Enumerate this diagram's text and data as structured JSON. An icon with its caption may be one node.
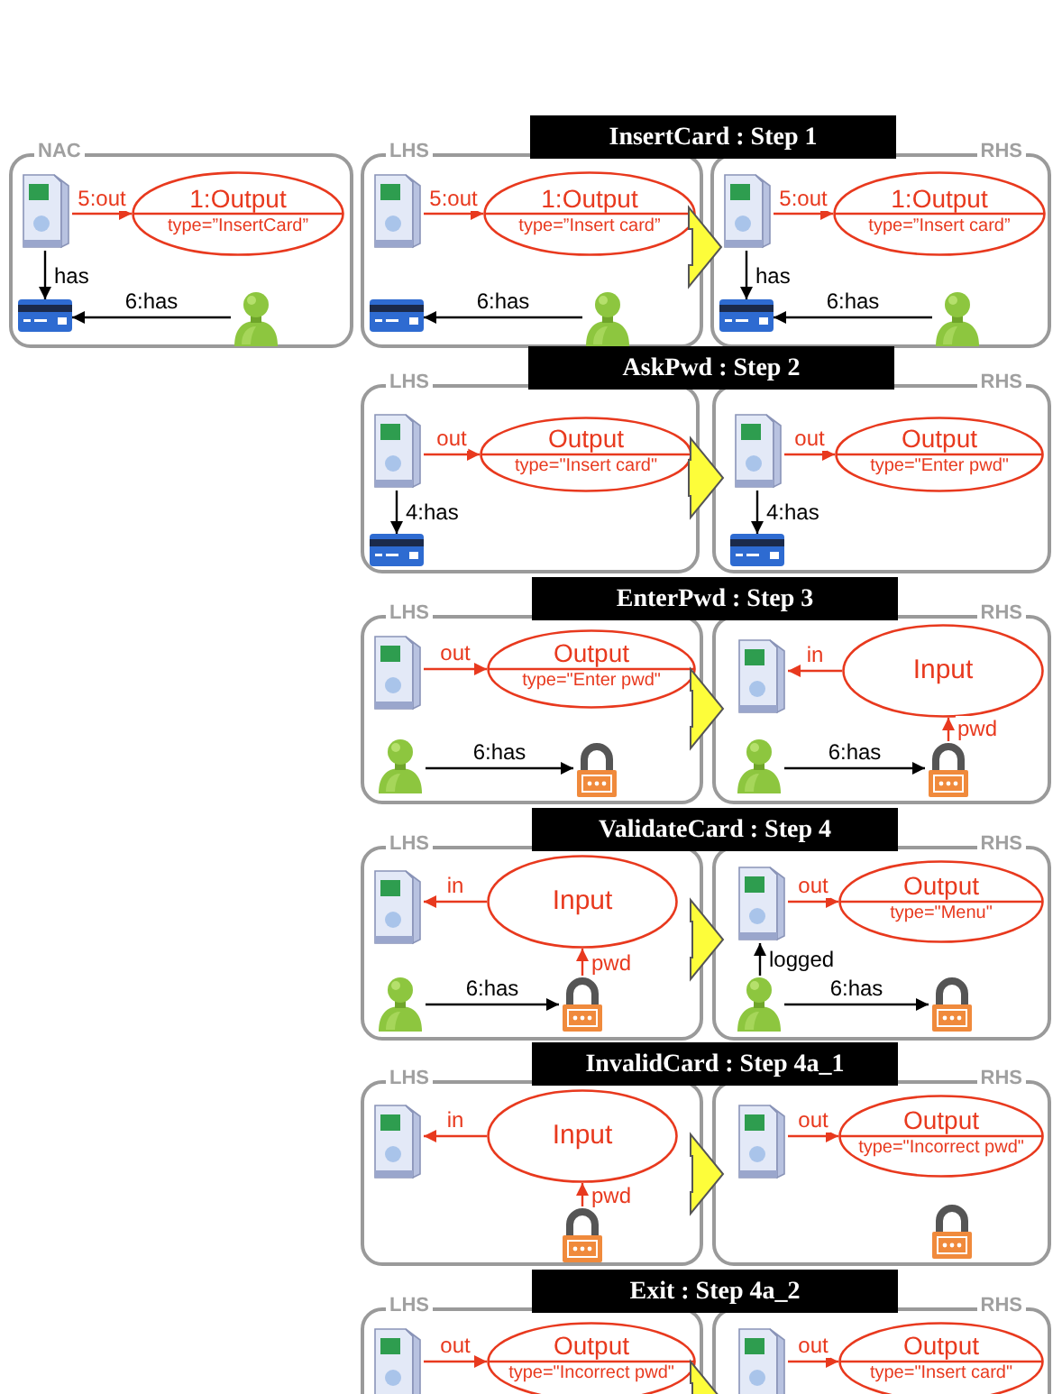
{
  "diagram": {
    "nodes": [
      {
        "text": [
          "InsertCard : Step 1"
        ]
      },
      {
        "text": [
          "NAC"
        ]
      },
      {
        "text": [],
        "shape": "picture",
        "in": 1
      },
      {
        "text": [
          "1:Output",
          "type=”InsertCard”"
        ],
        "in": 1
      },
      {
        "text": [],
        "shape": "picture",
        "in": 1
      },
      {
        "text": [],
        "shape": "picture",
        "in": 1
      },
      {
        "text": [
          "LHS"
        ]
      },
      {
        "text": [],
        "shape": "picture",
        "in": 6
      },
      {
        "text": [
          "1:Output",
          "type=”Insert card”"
        ],
        "in": 6
      },
      {
        "text": [],
        "shape": "picture",
        "in": 6
      },
      {
        "text": [],
        "shape": "picture",
        "in": 6
      },
      {
        "text": [
          "RHS"
        ]
      },
      {
        "text": [],
        "shape": "picture",
        "in": 11
      },
      {
        "text": [
          "1:Output",
          "type=”Insert card”"
        ],
        "in": 11
      },
      {
        "text": [],
        "shape": "picture",
        "in": 11
      },
      {
        "text": [],
        "shape": "picture",
        "in": 11
      },
      {
        "text": [
          "AskPwd : Step 2"
        ]
      },
      {
        "text": [
          "LHS"
        ]
      },
      {
        "text": [],
        "shape": "picture",
        "in": 17
      },
      {
        "text": [
          "Output",
          "type=\"Insert card\""
        ],
        "in": 17
      },
      {
        "text": [],
        "shape": "picture",
        "in": 17
      },
      {
        "text": [
          "RHS"
        ]
      },
      {
        "text": [],
        "shape": "picture",
        "in": 21
      },
      {
        "text": [
          "Output",
          "type=\"Enter pwd\""
        ],
        "in": 21
      },
      {
        "text": [],
        "shape": "picture",
        "in": 21
      },
      {
        "text": [
          "EnterPwd : Step 3"
        ]
      },
      {
        "text": [
          "LHS"
        ]
      },
      {
        "text": [],
        "shape": "picture",
        "in": 26
      },
      {
        "text": [
          "Output",
          "type=\"Enter pwd\""
        ],
        "in": 26
      },
      {
        "text": [],
        "shape": "picture",
        "in": 26
      },
      {
        "text": [],
        "shape": "picture",
        "in": 26
      },
      {
        "text": [
          "RHS"
        ]
      },
      {
        "text": [],
        "shape": "picture",
        "in": 31
      },
      {
        "text": [
          "Input"
        ],
        "in": 31
      },
      {
        "text": [],
        "shape": "picture",
        "in": 31
      },
      {
        "text": [],
        "shape": "picture",
        "in": 31
      },
      {
        "text": [
          "ValidateCard : Step 4"
        ]
      },
      {
        "text": [
          "LHS"
        ]
      },
      {
        "text": [],
        "shape": "picture",
        "in": 37
      },
      {
        "text": [
          "Input"
        ],
        "in": 37
      },
      {
        "text": [],
        "shape": "picture",
        "in": 37
      },
      {
        "text": [],
        "shape": "picture",
        "in": 37
      },
      {
        "text": [
          "RHS"
        ]
      },
      {
        "text": [],
        "shape": "picture",
        "in": 42
      },
      {
        "text": [
          "Output",
          "type=\"Menu\""
        ],
        "in": 42
      },
      {
        "text": [],
        "shape": "picture",
        "in": 42
      },
      {
        "text": [],
        "shape": "picture",
        "in": 42
      },
      {
        "text": [
          "InvalidCard : Step 4a_1"
        ]
      },
      {
        "text": [
          "LHS"
        ]
      },
      {
        "text": [],
        "shape": "picture",
        "in": 48
      },
      {
        "text": [
          "Input"
        ],
        "in": 48
      },
      {
        "text": [],
        "shape": "picture",
        "in": 48
      },
      {
        "text": [
          "RHS"
        ]
      },
      {
        "text": [],
        "shape": "picture",
        "in": 52
      },
      {
        "text": [
          "Output",
          "type=\"Incorrect pwd\""
        ],
        "in": 52
      },
      {
        "text": [],
        "shape": "picture",
        "in": 52
      },
      {
        "text": [
          "Exit : Step 4a_2"
        ]
      },
      {
        "text": [
          "LHS"
        ]
      },
      {
        "text": [],
        "shape": "picture",
        "in": 57
      },
      {
        "text": [
          "Output",
          "type=\"Incorrect pwd\""
        ],
        "in": 57
      },
      {
        "text": [
          "RHS"
        ]
      },
      {
        "text": [],
        "shape": "picture",
        "in": 60
      },
      {
        "text": [
          "Output",
          "type=\"Insert card\""
        ],
        "in": 60
      }
    ],
    "edges": [
      {
        "from": 2,
        "to": 3,
        "arrow": "to",
        "label": "5:out",
        "color": "#e8391e"
      },
      {
        "from": 2,
        "to": 4,
        "arrow": "to",
        "label": "has",
        "color": "#000000"
      },
      {
        "from": 5,
        "to": 4,
        "arrow": "to",
        "label": "6:has",
        "color": "#000000"
      },
      {
        "from": 7,
        "to": 8,
        "arrow": "to",
        "label": "5:out",
        "color": "#e8391e"
      },
      {
        "from": 10,
        "to": 9,
        "arrow": "to",
        "label": "6:has",
        "color": "#000000"
      },
      {
        "from": 6,
        "to": 11,
        "arrow": "to",
        "style": "thick",
        "color": "#fdfd3a"
      },
      {
        "from": 12,
        "to": 13,
        "arrow": "to",
        "label": "5:out",
        "color": "#e8391e"
      },
      {
        "from": 12,
        "to": 14,
        "arrow": "to",
        "label": "has",
        "color": "#000000"
      },
      {
        "from": 15,
        "to": 14,
        "arrow": "to",
        "label": "6:has",
        "color": "#000000"
      },
      {
        "from": 18,
        "to": 19,
        "arrow": "to",
        "label": "out",
        "color": "#e8391e"
      },
      {
        "from": 18,
        "to": 20,
        "arrow": "to",
        "label": "4:has",
        "color": "#000000"
      },
      {
        "from": 17,
        "to": 21,
        "arrow": "to",
        "style": "thick",
        "color": "#fdfd3a"
      },
      {
        "from": 22,
        "to": 23,
        "arrow": "to",
        "label": "out",
        "color": "#e8391e"
      },
      {
        "from": 22,
        "to": 24,
        "arrow": "to",
        "label": "4:has",
        "color": "#000000"
      },
      {
        "from": 27,
        "to": 28,
        "arrow": "to",
        "label": "out",
        "color": "#e8391e"
      },
      {
        "from": 29,
        "to": 30,
        "arrow": "to",
        "label": "6:has",
        "color": "#000000"
      },
      {
        "from": 26,
        "to": 31,
        "arrow": "to",
        "style": "thick",
        "color": "#fdfd3a"
      },
      {
        "from": 33,
        "to": 32,
        "arrow": "to",
        "label": "in",
        "color": "#e8391e"
      },
      {
        "from": 35,
        "to": 33,
        "arrow": "to",
        "label": "pwd",
        "color": "#e8391e"
      },
      {
        "from": 34,
        "to": 35,
        "arrow": "to",
        "label": "6:has",
        "color": "#000000"
      },
      {
        "from": 39,
        "to": 38,
        "arrow": "to",
        "label": "in",
        "color": "#e8391e"
      },
      {
        "from": 41,
        "to": 39,
        "arrow": "to",
        "label": "pwd",
        "color": "#e8391e"
      },
      {
        "from": 40,
        "to": 41,
        "arrow": "to",
        "label": "6:has",
        "color": "#000000"
      },
      {
        "from": 37,
        "to": 42,
        "arrow": "to",
        "style": "thick",
        "color": "#fdfd3a"
      },
      {
        "from": 43,
        "to": 44,
        "arrow": "to",
        "label": "out",
        "color": "#e8391e"
      },
      {
        "from": 45,
        "to": 43,
        "arrow": "to",
        "label": "logged",
        "color": "#000000"
      },
      {
        "from": 45,
        "to": 46,
        "arrow": "to",
        "label": "6:has",
        "color": "#000000"
      },
      {
        "from": 50,
        "to": 49,
        "arrow": "to",
        "label": "in",
        "color": "#e8391e"
      },
      {
        "from": 51,
        "to": 50,
        "arrow": "to",
        "label": "pwd",
        "color": "#e8391e"
      },
      {
        "from": 48,
        "to": 52,
        "arrow": "to",
        "style": "thick",
        "color": "#fdfd3a"
      },
      {
        "from": 53,
        "to": 54,
        "arrow": "to",
        "label": "out",
        "color": "#e8391e"
      },
      {
        "from": 58,
        "to": 59,
        "arrow": "to",
        "label": "out",
        "color": "#e8391e"
      },
      {
        "from": 57,
        "to": 60,
        "arrow": "to",
        "style": "thick",
        "color": "#fdfd3a"
      },
      {
        "from": 61,
        "to": 62,
        "arrow": "to",
        "label": "out",
        "color": "#e8391e"
      }
    ]
  }
}
